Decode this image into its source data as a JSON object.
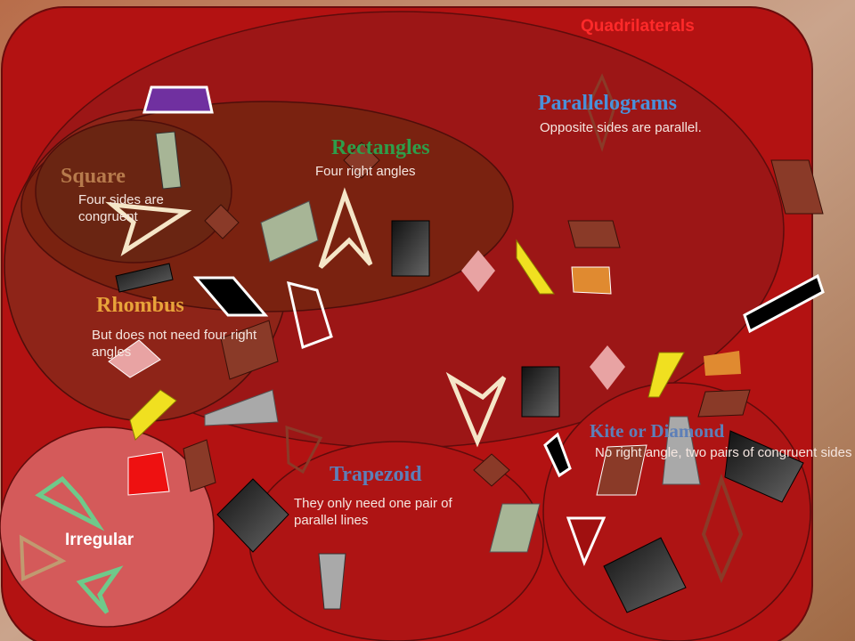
{
  "title": "Quadrilaterals",
  "regions": {
    "parallelograms": {
      "label": "Parallelograms",
      "note": "Opposite sides are parallel."
    },
    "rectangles": {
      "label": "Rectangles",
      "note": "Four right angles"
    },
    "square": {
      "label": "Square",
      "note": "Four sides are congruent"
    },
    "rhombus": {
      "label": "Rhombus",
      "note": "But does not need four right angles"
    },
    "kite": {
      "label": "Kite or Diamond",
      "note": "No right angle, two pairs of congruent sides"
    },
    "trapezoid": {
      "label": "Trapezoid",
      "note": "They only need one pair of parallel lines"
    },
    "irregular": {
      "label": "Irregular"
    }
  },
  "colors": {
    "frame": "#b01010",
    "title": "#ff2a2a",
    "parallelograms": "#4a90d9",
    "rectangles": "#2e9e4a",
    "square": "#b77a4c",
    "rhombus": "#e8a33a",
    "trapezoid": "#5d7fb8",
    "irregular_fill": "#d45a5a"
  }
}
